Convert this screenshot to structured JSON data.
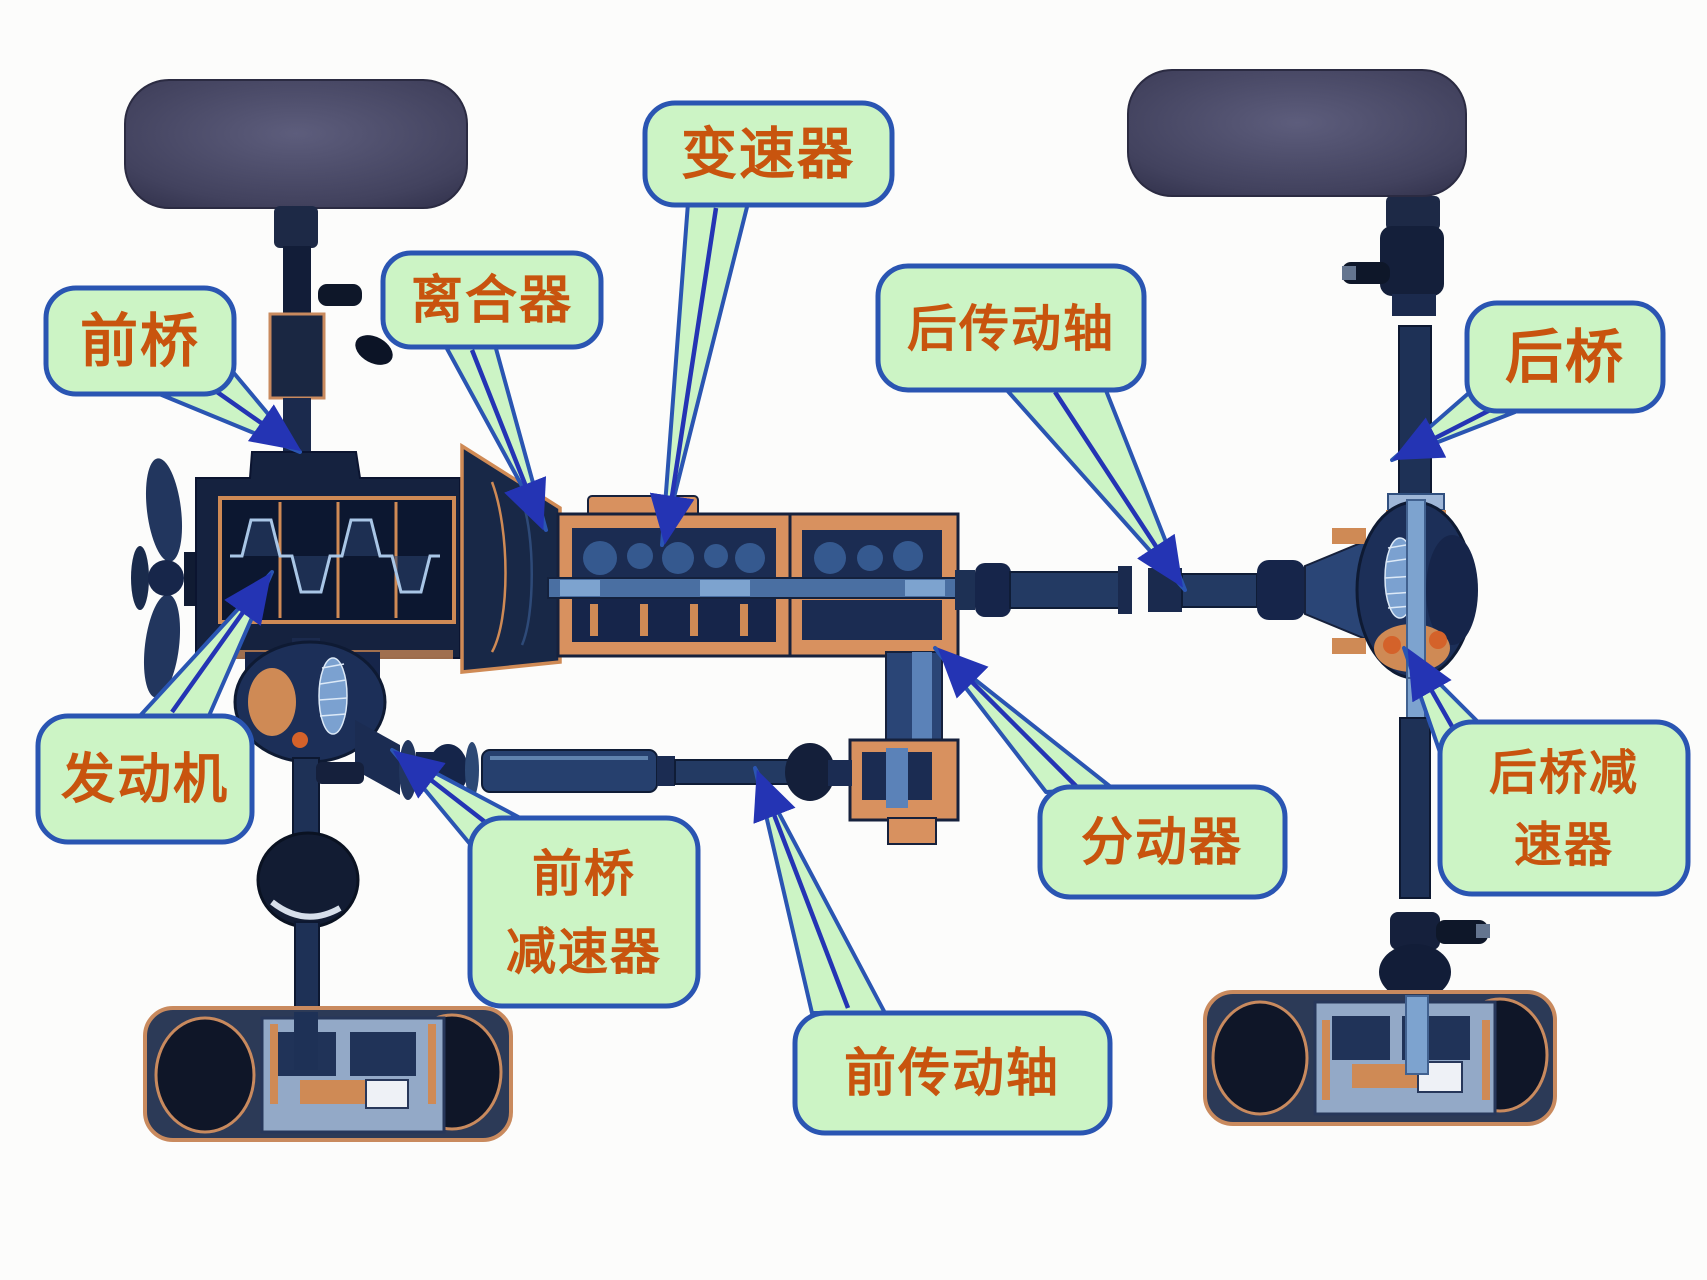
{
  "diagram": {
    "labels": {
      "transmission": "变速器",
      "clutch": "离合器",
      "front_axle": "前桥",
      "rear_drive_shaft": "后传动轴",
      "rear_axle": "后桥",
      "engine": "发动机",
      "front_axle_reducer_line1": "前桥",
      "front_axle_reducer_line2": "减速器",
      "transfer_case": "分动器",
      "rear_axle_reducer_line1": "后桥减",
      "rear_axle_reducer_line2": "速器",
      "front_drive_shaft": "前传动轴"
    },
    "colors": {
      "background": "#fcfcfb",
      "callout_fill": "#ccf4c5",
      "callout_border": "#2a55b2",
      "callout_text": "#c8540e",
      "leader_arrow": "#2434b4",
      "machinery_navy": "#1b2c52",
      "cutaway_orange": "#d8915f",
      "tire_gray": "#4b4b66",
      "shaft_blue": "#7da3cf"
    }
  }
}
